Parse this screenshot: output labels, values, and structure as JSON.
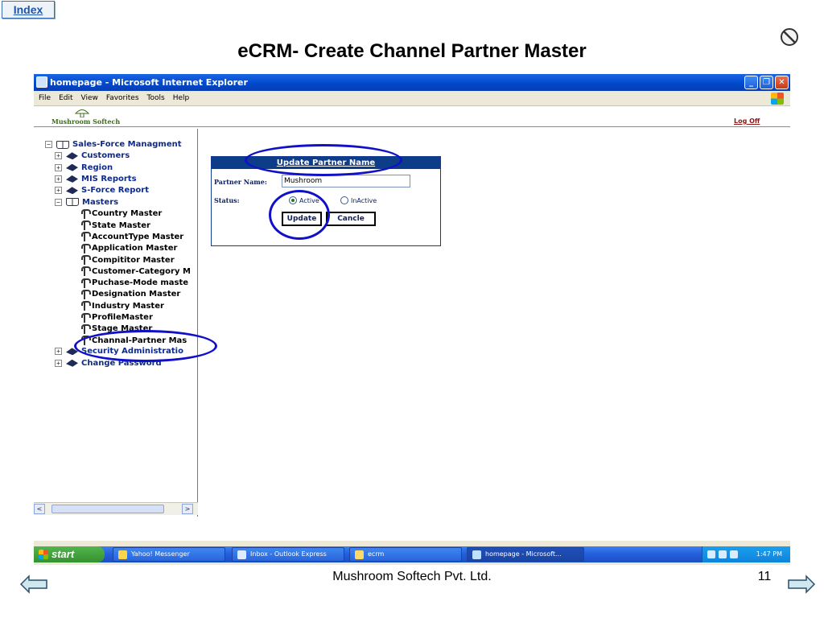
{
  "slide": {
    "index_label": "Index",
    "title": "eCRM- Create Channel Partner Master",
    "footer_company": "Mushroom Softech Pvt. Ltd.",
    "page_number": "11"
  },
  "browser": {
    "window_title": "homepage - Microsoft Internet Explorer",
    "menu": [
      "File",
      "Edit",
      "View",
      "Favorites",
      "Tools",
      "Help"
    ]
  },
  "app": {
    "brand": "Mushroom Softech",
    "logoff_label": "Log Off"
  },
  "tree": {
    "items": [
      {
        "label": "Sales-Force Managment",
        "toggle": "⊟",
        "icon": "book-icon"
      },
      {
        "label": "Customers",
        "toggle": "⊞",
        "icon": "hat-icon"
      },
      {
        "label": "Region",
        "toggle": "⊞",
        "icon": "hat-icon"
      },
      {
        "label": "MIS Reports",
        "toggle": "⊞",
        "icon": "hat-icon"
      },
      {
        "label": "S-Force Report",
        "toggle": "⊞",
        "icon": "hat-icon"
      },
      {
        "label": "Masters",
        "toggle": "⊟",
        "icon": "book-icon"
      },
      {
        "label": "Country Master",
        "icon": "tool-icon"
      },
      {
        "label": "State Master",
        "icon": "tool-icon"
      },
      {
        "label": "AccountType Master",
        "icon": "tool-icon"
      },
      {
        "label": "Application Master",
        "icon": "tool-icon"
      },
      {
        "label": "Compititor Master",
        "icon": "tool-icon"
      },
      {
        "label": "Customer-Category M",
        "icon": "tool-icon"
      },
      {
        "label": "Puchase-Mode maste",
        "icon": "tool-icon"
      },
      {
        "label": "Designation Master",
        "icon": "tool-icon"
      },
      {
        "label": "Industry Master",
        "icon": "tool-icon"
      },
      {
        "label": "ProfileMaster",
        "icon": "tool-icon"
      },
      {
        "label": "Stage Master",
        "icon": "tool-icon"
      },
      {
        "label": "Channal-Partner Mas",
        "icon": "tool-icon"
      },
      {
        "label": "Security Administratio",
        "toggle": "⊞",
        "icon": "hat-icon"
      },
      {
        "label": "Change Password",
        "toggle": "⊞",
        "icon": "hat-icon"
      }
    ],
    "scroll_left": "<",
    "scroll_right": ">"
  },
  "form": {
    "heading": "Update Partner Name",
    "partner_name_label": "Partner Name:",
    "partner_name_value": "Mushroom",
    "status_label": "Status:",
    "status_options": [
      "Active",
      "InActive"
    ],
    "status_selected": "Active",
    "update_label": "Update",
    "cancel_label": "Cancle"
  },
  "taskbar": {
    "start_label": "start",
    "tasks": [
      "Yahoo! Messenger",
      "Inbox - Outlook Express",
      "ecrm",
      "homepage - Microsoft..."
    ],
    "active_task": "homepage - Microsoft...",
    "clock": "1:47 PM"
  },
  "colors": {
    "highlight_ring": "#1010c8",
    "form_header": "#0d3c88",
    "xp_title_bar": "#0047c9"
  }
}
